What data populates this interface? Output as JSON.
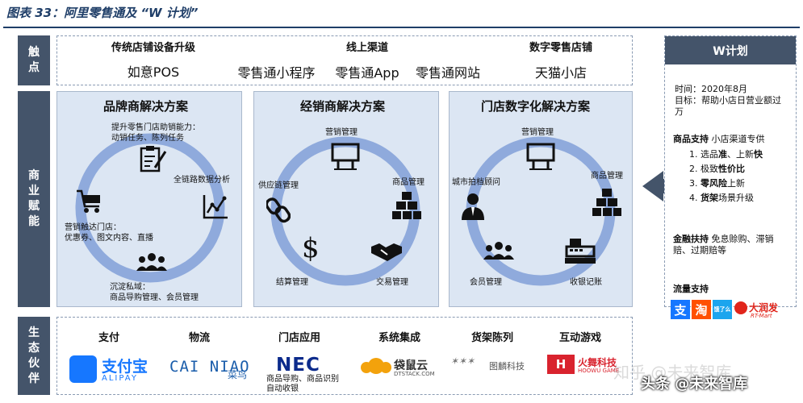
{
  "title": "图表 33：阿里零售通及 “W 计划”",
  "side_labels": {
    "touch": "触点",
    "empower": "商业赋能",
    "eco": "生态伙伴"
  },
  "channels": [
    {
      "head": "传统店铺设备升级",
      "items": [
        "如意POS"
      ]
    },
    {
      "head": "线上渠道",
      "items": [
        "零售通小程序",
        "零售通App",
        "零售通网站"
      ]
    },
    {
      "head": "数字零售店铺",
      "items": [
        "天猫小店"
      ]
    }
  ],
  "brand": {
    "title": "品牌商解决方案",
    "label_top_1": "提升零售门店助销能力：",
    "label_top_2": "动销任务、陈列任务",
    "label_right": "全链路数据分析",
    "label_left_1": "营销触达门店：",
    "label_left_2": "优惠券、图文内容、直播",
    "label_bottom_1": "沉淀私域：",
    "label_bottom_2": "商品导购管理、会员管理"
  },
  "distributor": {
    "title": "经销商解决方案",
    "label_top": "营销管理",
    "label_right": "商品管理",
    "label_left": "供应链管理",
    "label_bottom_left": "结算管理",
    "label_bottom_right": "交易管理"
  },
  "store": {
    "title": "门店数字化解决方案",
    "label_top": "营销管理",
    "label_right": "商品管理",
    "label_left": "城市拍档顾问",
    "label_bottom_left": "会员管理",
    "label_bottom_right": "收银记账"
  },
  "eco": {
    "heads": [
      "支付",
      "物流",
      "门店应用",
      "系统集成",
      "货架陈列",
      "互动游戏"
    ],
    "alipay_cn": "支付宝",
    "alipay_en": "ALIPAY",
    "cainiao_en": "CAI NIAO",
    "cainiao_cn": "菜鸟",
    "nec": "NEC",
    "nec_caption_1": "商品导购、商品识别",
    "nec_caption_2": "自动收银",
    "dai_cn": "袋鼠云",
    "dai_en": "DTSTACK.COM",
    "tuqi_cn": "图麟科技",
    "huowu_cn": "火舞科技",
    "huowu_en": "HOOWU GAME"
  },
  "wplan": {
    "title": "W计划",
    "time": "时间：2020年8月",
    "goal": "目标：帮助小店日营业额过万",
    "product_head": "商品支持",
    "product_text": "小店渠道专供",
    "product_items": [
      {
        "pre": "1. 选品",
        "b1": "准",
        "mid": "、上新",
        "b2": "快",
        "post": ""
      },
      {
        "pre": "2. 极致",
        "b1": "性价比",
        "mid": "",
        "b2": "",
        "post": ""
      },
      {
        "pre": "3. ",
        "b1": "零风险",
        "mid": "上新",
        "b2": "",
        "post": ""
      },
      {
        "pre": "4. ",
        "b1": "货架",
        "mid": "场景升级",
        "b2": "",
        "post": ""
      }
    ],
    "finance_head": "金融扶持",
    "finance_text": "免息赊购、滞销赔、过期赔等",
    "traffic_head": "流量支持",
    "logos": [
      "支",
      "淘",
      "饿了么",
      "大润发"
    ],
    "rt_sub": "RT-Mart"
  },
  "watermarks": {
    "zhihu": "知乎 @未来智库",
    "toutiao": "头条 @未来智库"
  },
  "colors": {
    "navy": "#44546a",
    "panel": "#dce6f3",
    "ring": "#8faadc",
    "arrow": "#44546a"
  }
}
